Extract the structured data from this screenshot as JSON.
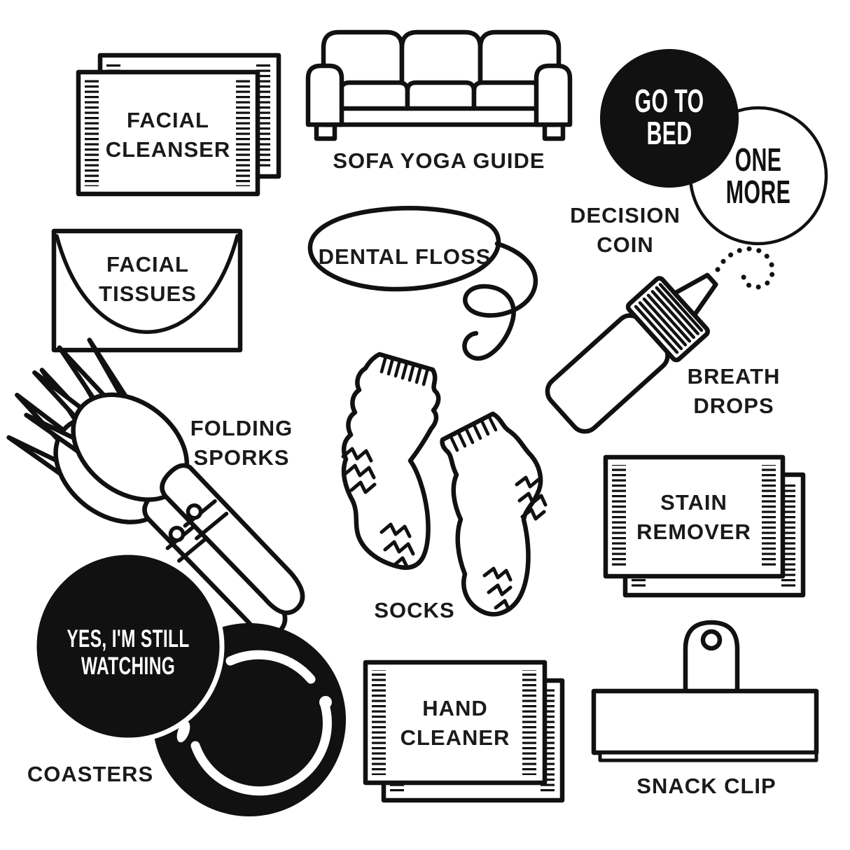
{
  "poster": {
    "theme": "binge-watching survival kit items",
    "colors": {
      "ink": "#111111",
      "background": "#ffffff",
      "label_text": "#1a1a1a",
      "coin_fill": "#111111",
      "coin_text": "#ffffff"
    },
    "items": {
      "facial_cleanser": {
        "label_lines": [
          "FACIAL",
          "CLEANSER"
        ]
      },
      "sofa_yoga_guide": {
        "label": "SOFA YOGA GUIDE"
      },
      "decision_coin": {
        "label_lines": [
          "DECISION",
          "COIN"
        ],
        "black_coin_lines": [
          "GO TO",
          "BED"
        ],
        "white_coin_lines": [
          "ONE",
          "MORE"
        ]
      },
      "facial_tissues": {
        "label_lines": [
          "FACIAL",
          "TISSUES"
        ]
      },
      "dental_floss": {
        "label": "DENTAL FLOSS"
      },
      "breath_drops": {
        "label_lines": [
          "BREATH",
          "DROPS"
        ]
      },
      "folding_sporks": {
        "label_lines": [
          "FOLDING",
          "SPORKS"
        ]
      },
      "socks": {
        "label": "SOCKS"
      },
      "stain_remover": {
        "label_lines": [
          "STAIN",
          "REMOVER"
        ]
      },
      "coasters": {
        "label": "COASTERS",
        "coaster_message_lines": [
          "YES, I'M STILL",
          "WATCHING"
        ]
      },
      "hand_cleaner": {
        "label_lines": [
          "HAND",
          "CLEANER"
        ]
      },
      "snack_clip": {
        "label": "SNACK CLIP"
      }
    }
  }
}
